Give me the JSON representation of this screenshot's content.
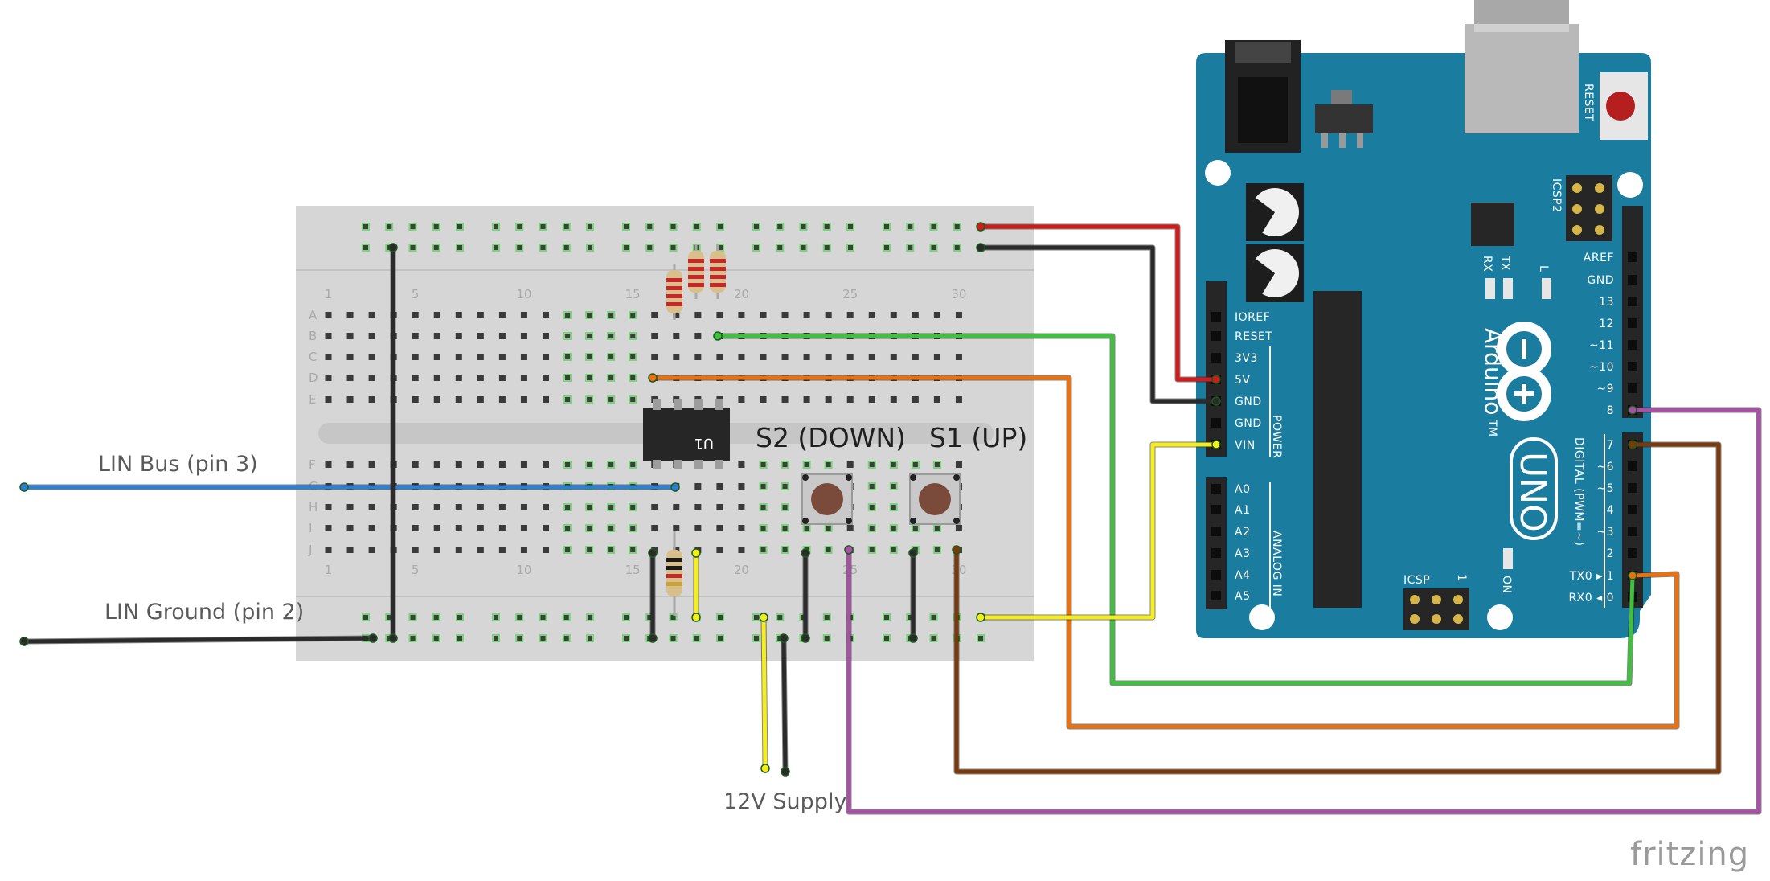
{
  "title": "",
  "labels": {
    "lin_bus": "LIN Bus (pin 3)",
    "lin_ground": "LIN Ground (pin 2)",
    "supply": "12V Supply",
    "s2": "S2 (DOWN)",
    "s1": "S1 (UP)",
    "chip": "U1"
  },
  "breadboard": {
    "row_letters_top": [
      "A",
      "B",
      "C",
      "D",
      "E"
    ],
    "row_letters_bottom": [
      "F",
      "G",
      "H",
      "I",
      "J"
    ],
    "column_numbers": [
      "1",
      "5",
      "10",
      "15",
      "20",
      "25",
      "30"
    ]
  },
  "arduino": {
    "brand": "Arduino",
    "model": "UNO",
    "tm": "TM",
    "reset": "RESET",
    "icsp2": "ICSP2",
    "icsp": "ICSP",
    "icsp_one": "1",
    "on": "ON",
    "led_rx": "RX",
    "led_tx": "TX",
    "led_l": "L",
    "power_label": "POWER",
    "analog_label": "ANALOG IN",
    "digital_label": "DIGITAL (PWM=~)",
    "power_pins": [
      "IOREF",
      "RESET",
      "3V3",
      "5V",
      "GND",
      "GND",
      "VIN"
    ],
    "analog_pins": [
      "A0",
      "A1",
      "A2",
      "A3",
      "A4",
      "A5"
    ],
    "digital_top": [
      "AREF",
      "GND",
      "13",
      "12",
      "~11",
      "~10",
      "~9",
      "8"
    ],
    "digital_bottom": [
      "7",
      "~6",
      "~5",
      "4",
      "~3",
      "2",
      "TX0 ▸ 1",
      "RX0 ◂ 0"
    ]
  },
  "wire_colors": {
    "blue": "#2f7fd1",
    "black": "#2b2b2b",
    "red": "#d21a1a",
    "green": "#3fc13f",
    "orange": "#e87212",
    "yellow": "#f5ee1c",
    "brown": "#7a3a0c",
    "purple": "#a551a4"
  },
  "board_color": "#1a7da0",
  "watermark": "fritzing"
}
